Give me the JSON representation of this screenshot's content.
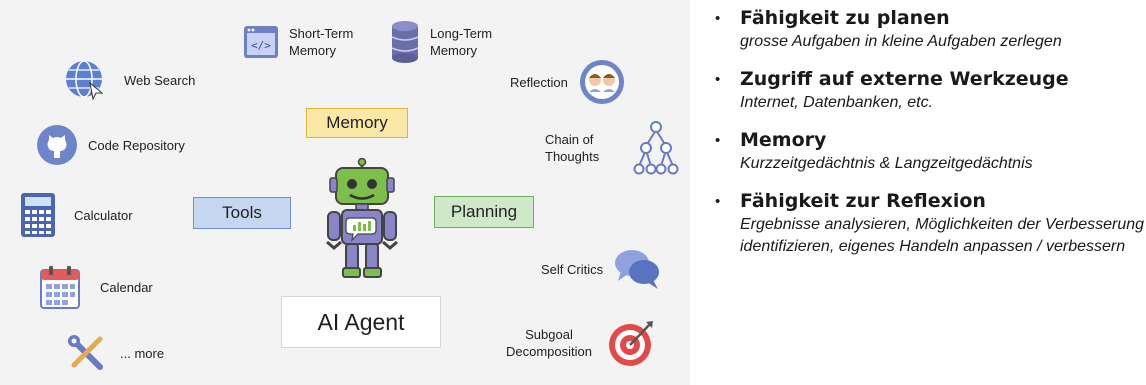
{
  "diagram": {
    "center_label": "AI Agent",
    "categories": {
      "memory": "Memory",
      "tools": "Tools",
      "planning": "Planning"
    },
    "memory_items": [
      {
        "label": "Short-Term Memory",
        "icon": "code-window-icon"
      },
      {
        "label": "Long-Term Memory",
        "icon": "database-icon"
      }
    ],
    "tool_items": [
      {
        "label": "Web Search",
        "icon": "globe-icon"
      },
      {
        "label": "Code Repository",
        "icon": "github-icon"
      },
      {
        "label": "Calculator",
        "icon": "calculator-icon"
      },
      {
        "label": "Calendar",
        "icon": "calendar-icon"
      },
      {
        "label": "... more",
        "icon": "tools-icon"
      }
    ],
    "planning_items": [
      {
        "label": "Reflection",
        "icon": "mirror-faces-icon"
      },
      {
        "label": "Chain of Thoughts",
        "icon": "tree-icon"
      },
      {
        "label": "Self Critics",
        "icon": "speech-bubbles-icon"
      },
      {
        "label": "Subgoal Decomposition",
        "icon": "target-icon"
      }
    ],
    "colors": {
      "background": "#f3f3f3",
      "memory_box": "#fbe7a6",
      "memory_border": "#e0b43a",
      "tools_box": "#c5d6f0",
      "tools_border": "#6f90c8",
      "planning_box": "#cfe8c9",
      "planning_border": "#6cae5c",
      "robot_green": "#7cc04b",
      "robot_purple": "#8a84c9"
    }
  },
  "bullets": [
    {
      "heading": "Fähigkeit zu planen",
      "description": "grosse Aufgaben in kleine Aufgaben zerlegen"
    },
    {
      "heading": "Zugriff auf externe Werkzeuge",
      "description": "Internet, Datenbanken, etc."
    },
    {
      "heading": "Memory",
      "description": "Kurzzeitgedächtnis & Langzeitgedächtnis"
    },
    {
      "heading": "Fähigkeit zur Reflexion",
      "description": "Ergebnisse analysieren, Möglichkeiten der Verbesserung identifizieren, eigenes Handeln anpassen / verbessern"
    }
  ]
}
